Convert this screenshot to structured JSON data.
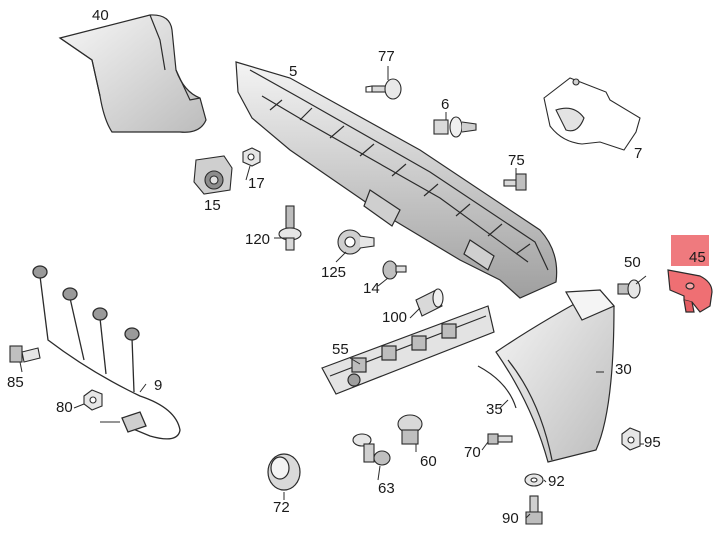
{
  "parts": [
    {
      "id": "p40",
      "number": "40"
    },
    {
      "id": "p5",
      "number": "5"
    },
    {
      "id": "p77",
      "number": "77"
    },
    {
      "id": "p6",
      "number": "6"
    },
    {
      "id": "p7",
      "number": "7"
    },
    {
      "id": "p75",
      "number": "75"
    },
    {
      "id": "p17",
      "number": "17"
    },
    {
      "id": "p15",
      "number": "15"
    },
    {
      "id": "p120",
      "number": "120"
    },
    {
      "id": "p125",
      "number": "125"
    },
    {
      "id": "p14",
      "number": "14"
    },
    {
      "id": "p45",
      "number": "45",
      "highlighted": true
    },
    {
      "id": "p50",
      "number": "50"
    },
    {
      "id": "p100",
      "number": "100"
    },
    {
      "id": "p55",
      "number": "55"
    },
    {
      "id": "p30",
      "number": "30"
    },
    {
      "id": "p85",
      "number": "85"
    },
    {
      "id": "p9",
      "number": "9"
    },
    {
      "id": "p80",
      "number": "80"
    },
    {
      "id": "p35",
      "number": "35"
    },
    {
      "id": "p60",
      "number": "60"
    },
    {
      "id": "p70",
      "number": "70"
    },
    {
      "id": "p95",
      "number": "95"
    },
    {
      "id": "p72",
      "number": "72"
    },
    {
      "id": "p63",
      "number": "63"
    },
    {
      "id": "p92",
      "number": "92"
    },
    {
      "id": "p90",
      "number": "90"
    }
  ],
  "colors": {
    "line": "#2b2b2b",
    "fill_light": "#f2f2f2",
    "fill_mid": "#d9d9d9",
    "fill_dark": "#a9a9a9",
    "highlight_fill": "#ef6f73",
    "highlight_tag": "#ef7a7e"
  }
}
